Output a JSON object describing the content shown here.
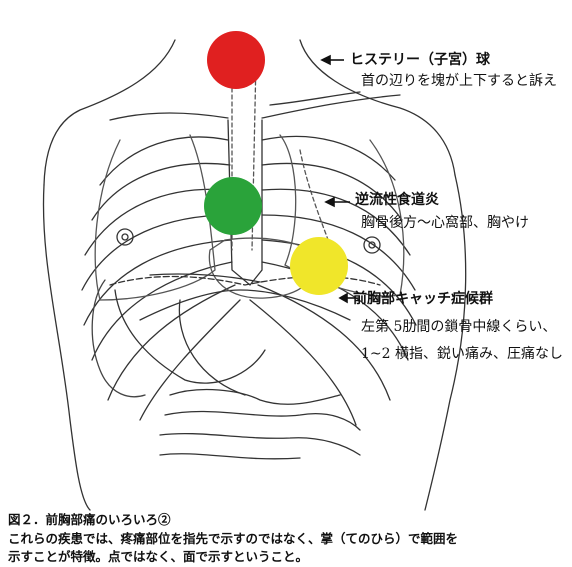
{
  "callouts": [
    {
      "title": "ヒステリー（子宮）球",
      "desc": [
        "首の辺りを塊が上下すると訴え"
      ],
      "color": "#e02020"
    },
    {
      "title": "逆流性食道炎",
      "desc": [
        "胸骨後方～心窩部、胸やけ"
      ],
      "color": "#2aa33a"
    },
    {
      "title": "前胸部キャッチ症候群",
      "desc": [
        "左第  5肋間の鎖骨中線くらい、",
        "1~2 横指、鋭い痛み、圧痛なし"
      ],
      "color": "#f0e62a"
    }
  ],
  "caption": {
    "line1": "図２．前胸部痛のいろいろ②",
    "line2": "これらの疾患では、疼痛部位を指先で示すのではなく、掌（てのひら）で範囲を",
    "line3": "示すことが特徴。点ではなく、面で示すということ。"
  }
}
